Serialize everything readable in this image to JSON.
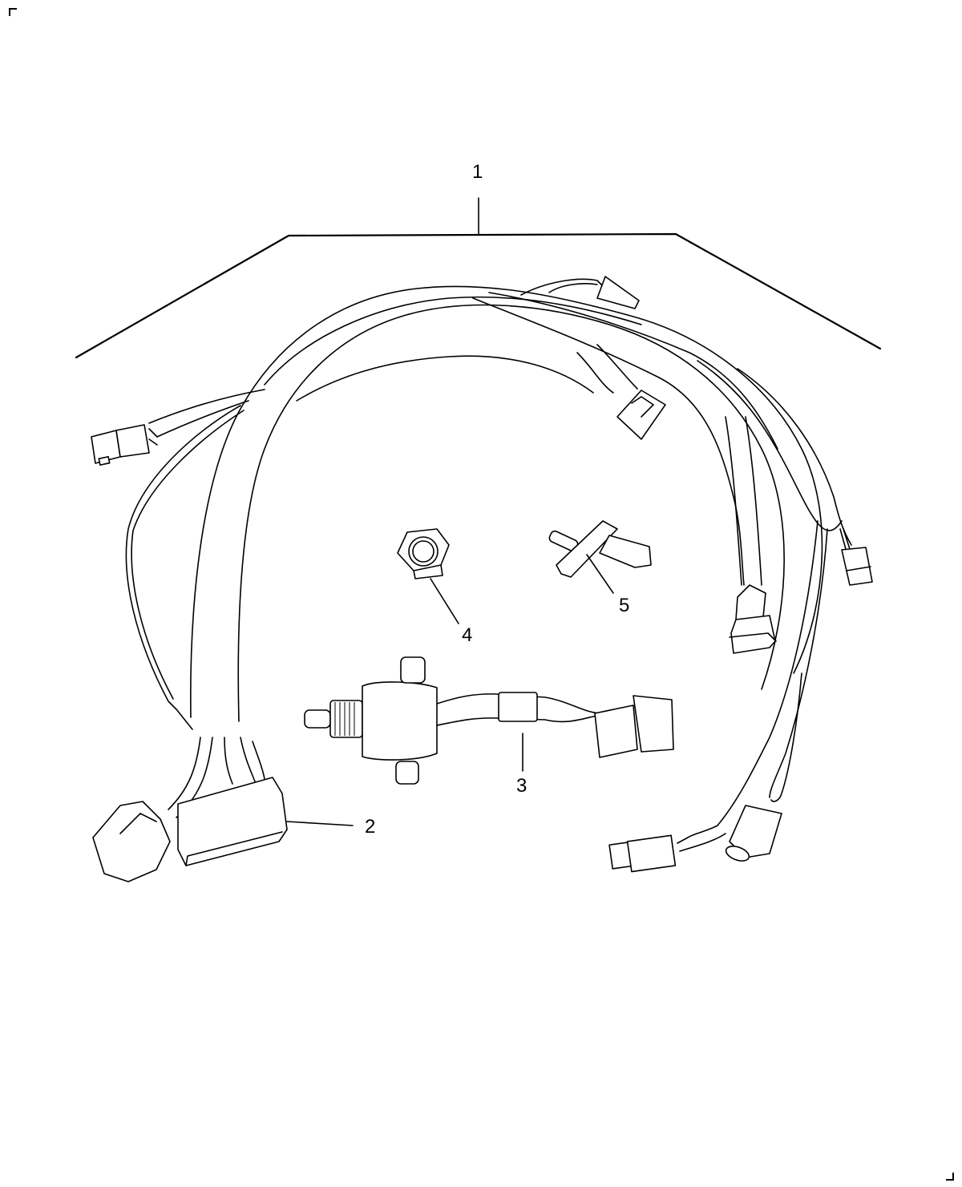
{
  "diagram": {
    "type": "exploded parts diagram",
    "subject": "wiring harness assembly",
    "callouts": [
      {
        "id": "1",
        "label": "1",
        "part": "wiring harness assembly"
      },
      {
        "id": "2",
        "label": "2",
        "part": "multi-pin harness connector"
      },
      {
        "id": "3",
        "label": "3",
        "part": "pressure switch with pigtail connector"
      },
      {
        "id": "4",
        "label": "4",
        "part": "hex nut"
      },
      {
        "id": "5",
        "label": "5",
        "part": "bracket / terminal"
      }
    ],
    "line_color": "#000000",
    "background": "#ffffff"
  }
}
